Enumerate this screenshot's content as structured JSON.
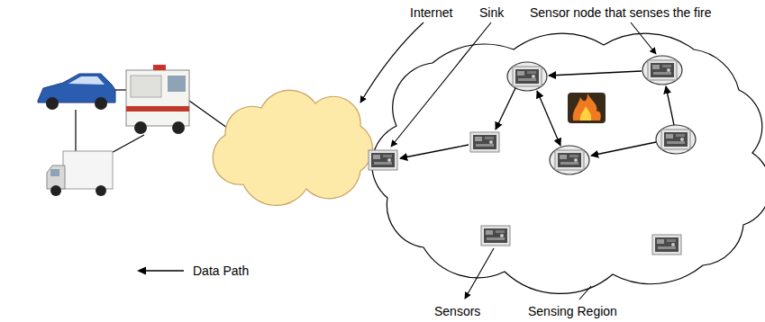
{
  "diagram": {
    "labels": [
      "Internet",
      "Sink",
      "Sensor node that senses the fire",
      "Sensors",
      "Sensing Region"
    ],
    "legend": [
      {
        "text": "Data Path"
      }
    ]
  }
}
